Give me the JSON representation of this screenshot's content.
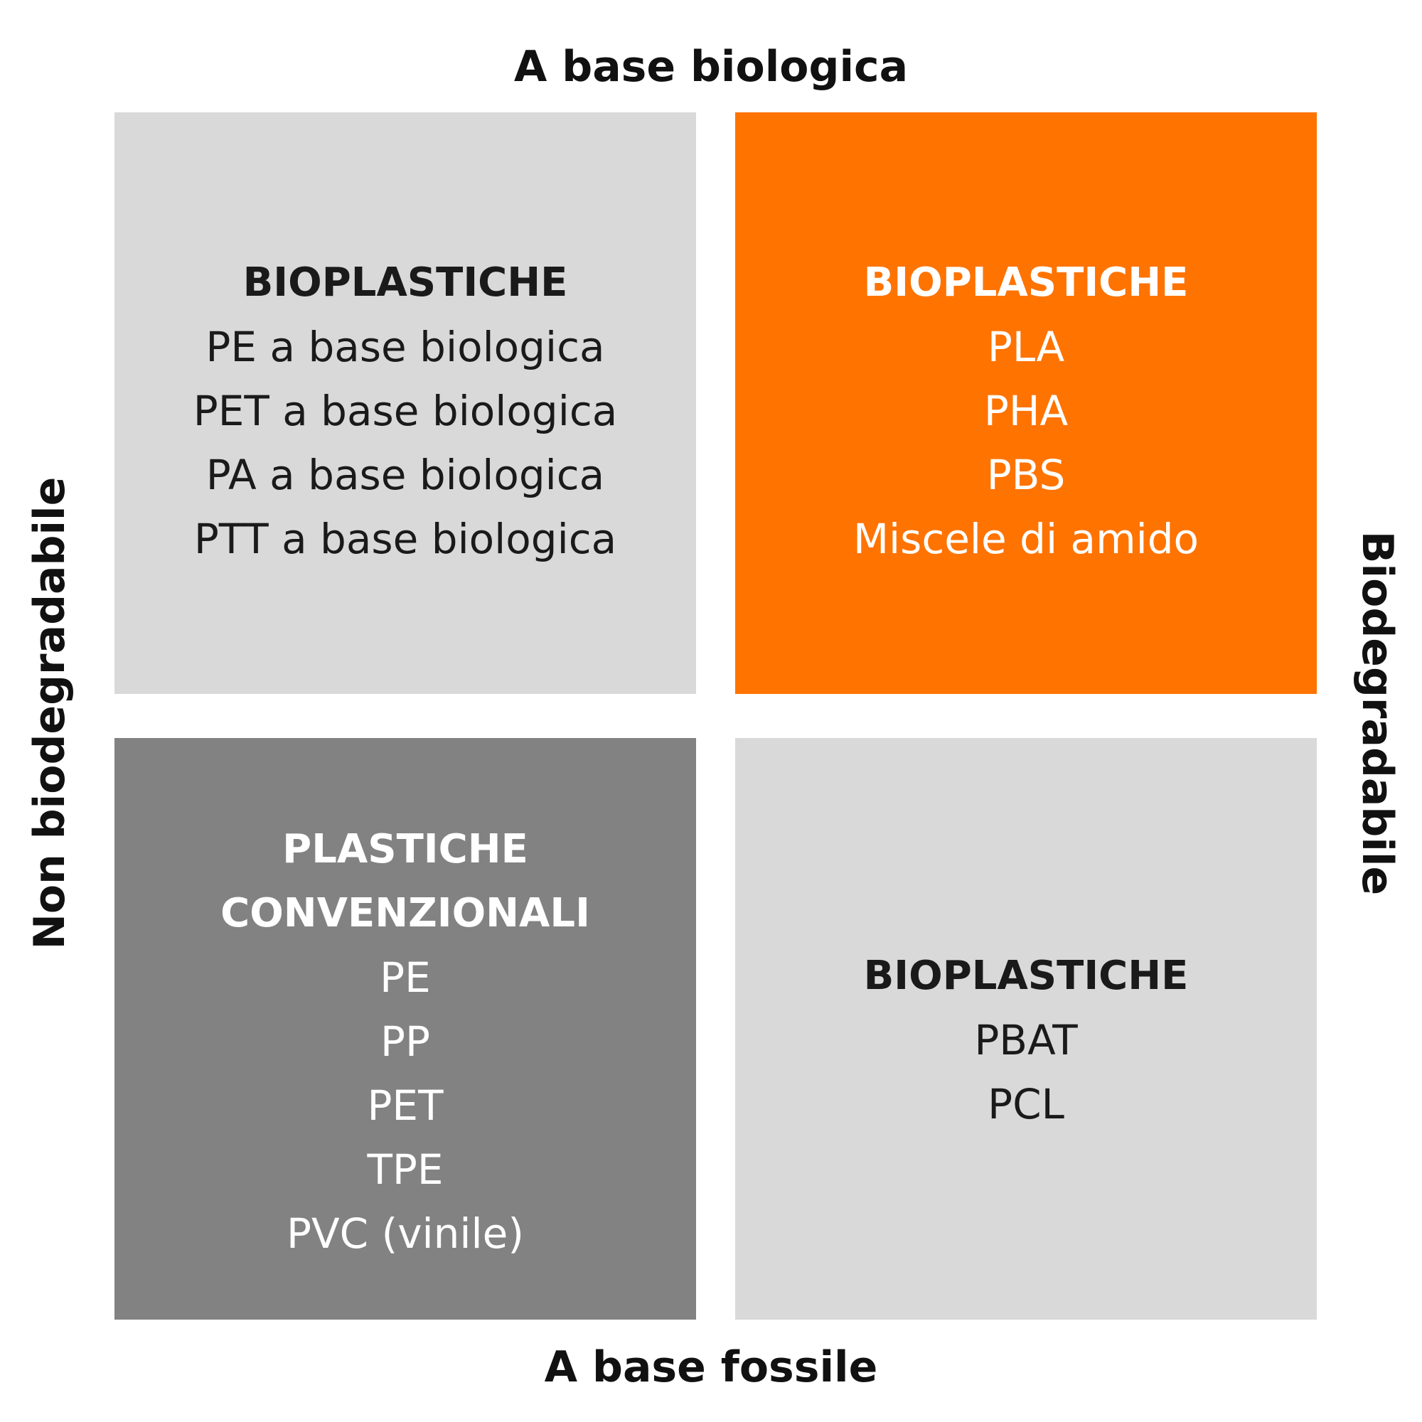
{
  "axes": {
    "top": "A base biologica",
    "bottom": "A base fossile",
    "left": "Non biodegradabile",
    "right": "Biodegradabile"
  },
  "quadrants": {
    "top_left": {
      "title_lines": [
        "BIOPLASTICHE"
      ],
      "items": [
        "PE a base biologica",
        "PET a base biologica",
        "PA a base biologica",
        "PTT a base biologica"
      ],
      "background": "#d9d9d9",
      "text_color": "#1a1a1a"
    },
    "top_right": {
      "title_lines": [
        "BIOPLASTICHE"
      ],
      "items": [
        "PLA",
        "PHA",
        "PBS",
        "Miscele di amido"
      ],
      "background": "#ff7300",
      "text_color": "#ffffff"
    },
    "bottom_left": {
      "title_lines": [
        "PLASTICHE",
        "CONVENZIONALI"
      ],
      "items": [
        "PE",
        "PP",
        "PET",
        "TPE",
        "PVC (vinile)"
      ],
      "background": "#828282",
      "text_color": "#ffffff"
    },
    "bottom_right": {
      "title_lines": [
        "BIOPLASTICHE"
      ],
      "items": [
        "PBAT",
        "PCL"
      ],
      "background": "#d9d9d9",
      "text_color": "#1a1a1a"
    }
  }
}
